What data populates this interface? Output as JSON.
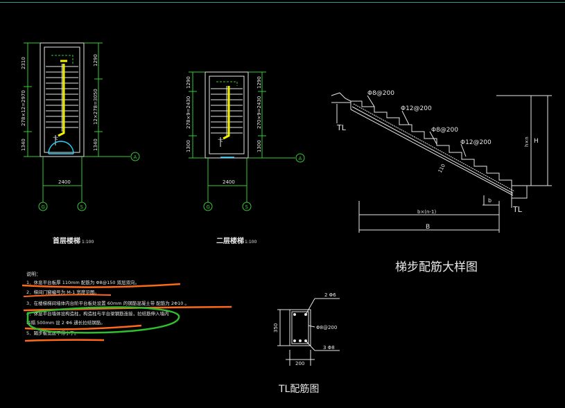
{
  "colors": {
    "background": "#000000",
    "linework": "#e8e8e8",
    "dimension": "#33cc33",
    "rebar": "#f2f200",
    "door": "#2ad4ff",
    "markup_orange": "#ff6a1a",
    "markup_green": "#2fbf2f",
    "frame": "#2a9d8f"
  },
  "plan1": {
    "title": "首层楼梯",
    "scale": "1:100",
    "dim_left": [
      "2310",
      "278×12=2970",
      "1340"
    ],
    "dim_right": [
      "1290",
      "12×278=3050",
      "1340"
    ],
    "dim_bottom": "2400",
    "label_down": "下",
    "axis_h": "A",
    "axis_v1": "G",
    "axis_v2": "S"
  },
  "plan2": {
    "title": "二层楼梯",
    "scale": "1:100",
    "dim_left": [
      "1290",
      "278×9=2430",
      "1300"
    ],
    "dim_right": [
      "1290",
      "270×9=2430",
      "1300"
    ],
    "dim_bottom": "2400",
    "label_down": "下",
    "axis_h": "A",
    "axis_v1": "G",
    "axis_v2": "S"
  },
  "section": {
    "title": "梯步配筋大样图",
    "rebar_labels": [
      "Φ8@200",
      "Φ12@200",
      "Φ8@200",
      "Φ12@200"
    ],
    "beam_label": "TL",
    "thickness": "110",
    "dim_hn": "h×n",
    "dim_H": "H",
    "dim_bn": "b×(n-1)",
    "dim_B": "B",
    "dim_b": "b"
  },
  "beam": {
    "title": "TL配筋图",
    "top_bars": "2 Φ6",
    "stirrup": "Φ8@200",
    "bottom_bars": "3 Φ8",
    "height": "350",
    "width": "200"
  },
  "notes": {
    "heading": "说明：",
    "items": [
      "1．休息平台板厚  110mm    配筋为  Φ8@150  双层双向。",
      "2．梯间门窗编号为    M-1  宽度见图。",
      "3．在楼梯梯间墙体内台阶平台板处设置    60mm   的钢筋混凝土带 配筋为    2Φ10 。",
      "4．休息平台墙体设构造柱，构造柱与平台梁钢筋连接，拉结筋伸入墙内",
      "    每隔 500mm    设 2 Φ6  通长拉结钢筋。",
      "5．踏步板宽度不得小于。"
    ]
  }
}
